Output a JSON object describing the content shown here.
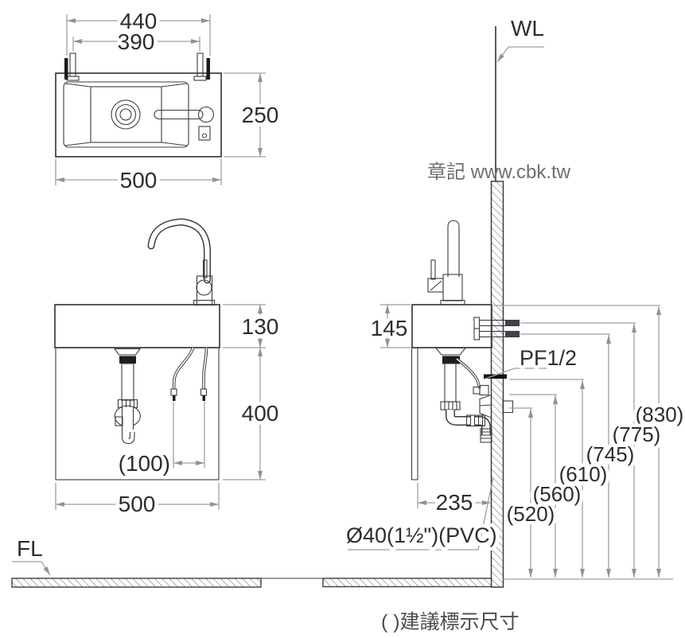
{
  "watermark": "章記 www.cbk.tw",
  "footer_note": "( )建議標示尺寸",
  "labels": {
    "wall_line": "WL",
    "floor_line": "FL",
    "supply_thread": "PF1/2",
    "drain_pipe": "Ø40(1½\")(PVC)"
  },
  "top_view": {
    "bolt_span_outer": "440",
    "bolt_span_inner": "390",
    "depth": "250",
    "width": "500"
  },
  "front_view": {
    "basin_height": "130",
    "clearance_below": "400",
    "supply_spacing": "(100)",
    "width": "500"
  },
  "side_view": {
    "basin_height": "145",
    "depth": "235",
    "heights": {
      "h830": "(830)",
      "h775": "(775)",
      "h745": "(745)",
      "h610": "(610)",
      "h560": "(560)",
      "h520": "(520)"
    }
  },
  "colors": {
    "line": "#3a3d40",
    "dim_line": "#97a1a7",
    "text": "#2d2d2d",
    "watermark": "#6f6f6f"
  }
}
